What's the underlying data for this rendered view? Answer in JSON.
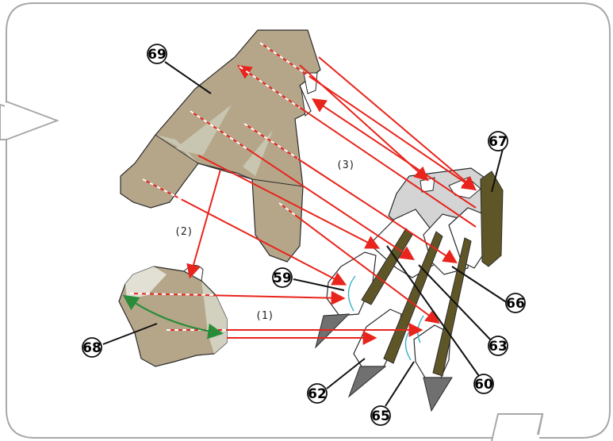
{
  "colors": {
    "frame_stroke": "#a8a8a8",
    "glove_fill": "#b5a68a",
    "glove_light": "#c8c6b0",
    "part_grey": "#d4d4d4",
    "claw_dark": "#5f5628",
    "blade_grey": "#707070",
    "arrow_red": "#e8241c",
    "arrow_green": "#2a8c3a",
    "seam_cyan": "#38b0c8",
    "outline": "#2b2b2b"
  },
  "callouts": {
    "n59": "59",
    "n60": "60",
    "n62": "62",
    "n63": "63",
    "n65": "65",
    "n66": "66",
    "n67": "67",
    "n68": "68",
    "n69": "69"
  },
  "steps": {
    "step1": "(1)",
    "step2": "(2)",
    "step3": "(3)"
  }
}
